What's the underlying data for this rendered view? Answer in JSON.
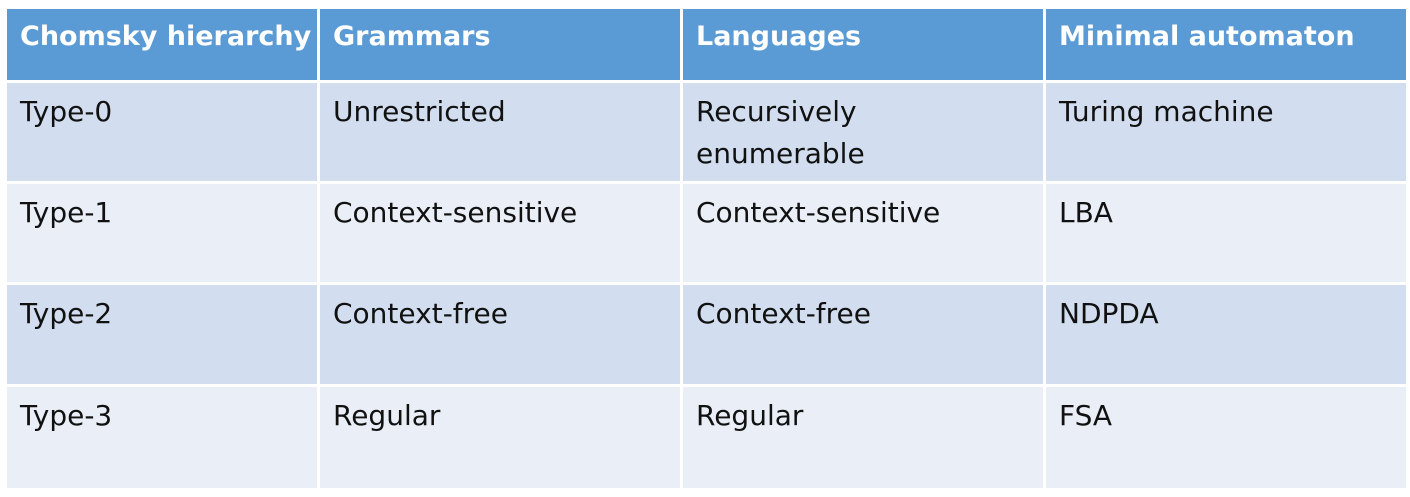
{
  "table": {
    "headers": [
      "Chomsky hierarchy",
      "Grammars",
      "Languages",
      "Minimal automaton"
    ],
    "rows": [
      [
        "Type-0",
        "Unrestricted",
        "Recursively enumerable",
        "Turing machine"
      ],
      [
        "Type-1",
        "Context-sensitive",
        "Context-sensitive",
        "LBA"
      ],
      [
        "Type-2",
        "Context-free",
        "Context-free",
        "NDPDA"
      ],
      [
        "Type-3",
        "Regular",
        "Regular",
        "FSA"
      ]
    ]
  },
  "colors": {
    "header_bg": "#5b9bd5",
    "header_text": "#ffffff",
    "row_band_dark": "#d2deef",
    "row_band_light": "#eaeff7",
    "cell_text": "#111111"
  }
}
